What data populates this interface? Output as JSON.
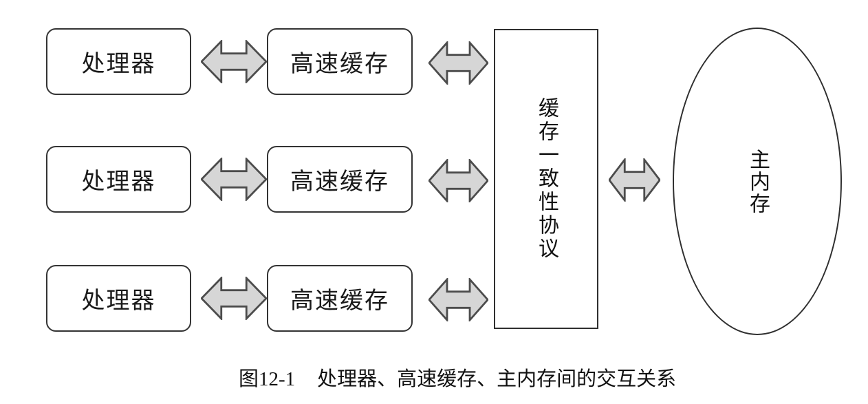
{
  "figure": {
    "rows": [
      {
        "processor": "处理器",
        "cache": "高速缓存"
      },
      {
        "processor": "处理器",
        "cache": "高速缓存"
      },
      {
        "processor": "处理器",
        "cache": "高速缓存"
      }
    ],
    "protocol": "缓存一致性协议",
    "memory": "主内存",
    "caption": {
      "label": "图12-1",
      "title": "处理器、高速缓存、主内存间的交互关系"
    },
    "colors": {
      "background": "#ffffff",
      "box_border": "#333333",
      "arrow_fill": "#d6d6d6",
      "arrow_stroke": "#4c4c4c",
      "text": "#111111"
    },
    "icons": {
      "double_arrow": "double-arrow-icon"
    }
  }
}
